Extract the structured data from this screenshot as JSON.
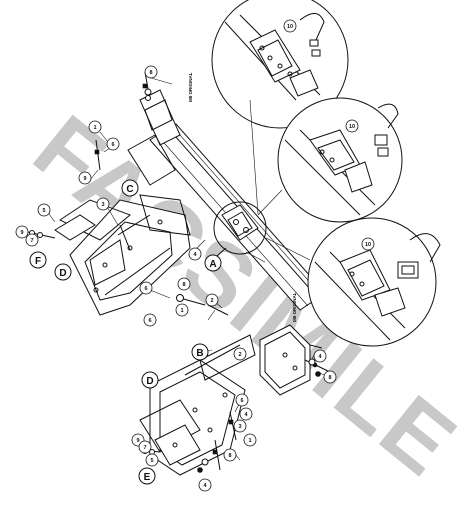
{
  "watermark": {
    "text": "FACSIMILE"
  },
  "parts": [
    "1",
    "2",
    "3",
    "4",
    "5",
    "6",
    "7",
    "8",
    "9",
    "10"
  ],
  "letters": [
    "A",
    "B",
    "C",
    "D",
    "E",
    "F"
  ],
  "labels": {
    "mark_original": "M8 ORIGINAL"
  }
}
